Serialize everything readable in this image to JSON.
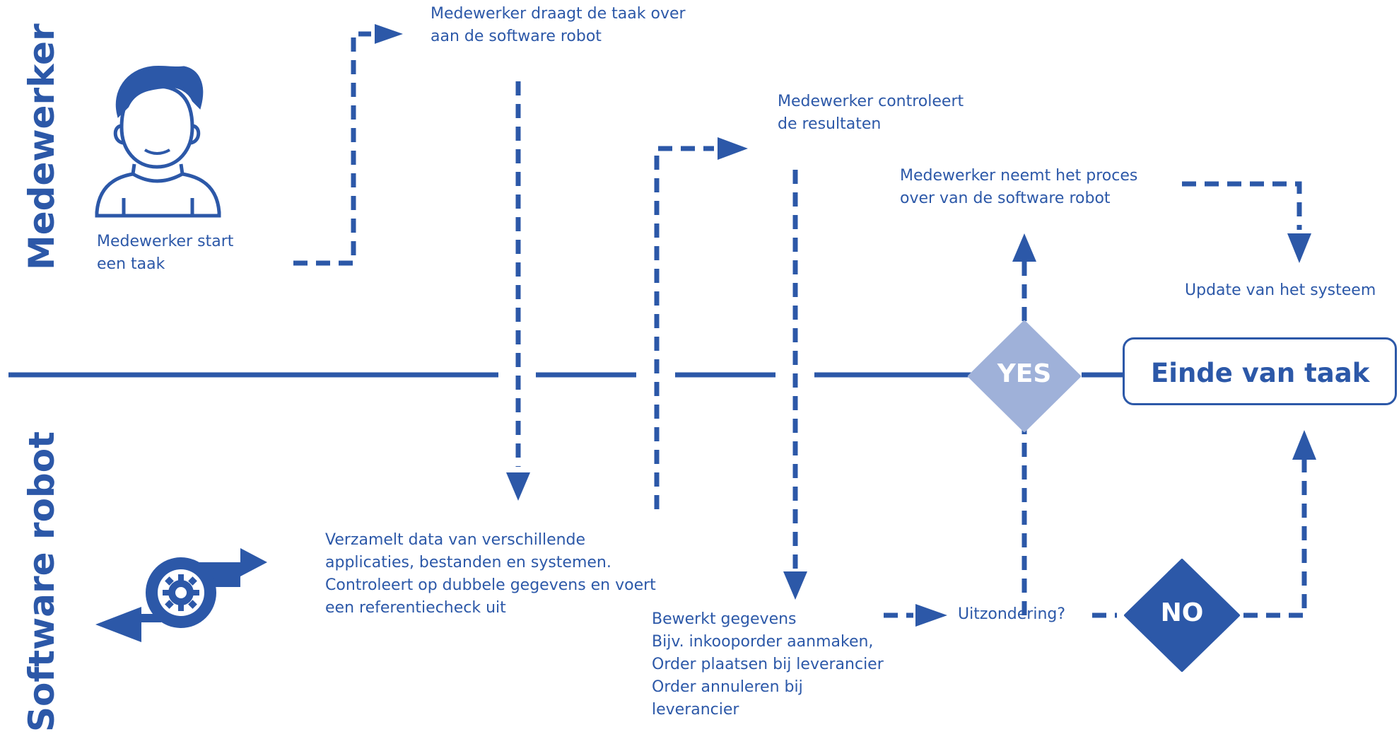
{
  "lanes": {
    "top": "Medewerker",
    "bottom": "Software robot"
  },
  "steps": {
    "start": [
      "Medewerker start",
      "een taak"
    ],
    "handover": [
      "Medewerker draagt de taak over",
      "aan de software robot"
    ],
    "check_results": [
      "Medewerker controleert",
      "de resultaten"
    ],
    "takeover": [
      "Medewerker neemt het proces",
      "over van de software robot"
    ],
    "update": "Update van het systeem",
    "collect": [
      "Verzamelt data van verschillende",
      "applicaties, bestanden en systemen.",
      "Controleert op dubbele gegevens en voert",
      "een referentiecheck uit"
    ],
    "process": [
      "Bewerkt gegevens",
      "Bijv. inkooporder aanmaken,",
      "Order plaatsen bij leverancier",
      "Order annuleren bij",
      "leverancier"
    ],
    "exception": "Uitzondering?"
  },
  "decisions": {
    "yes": "YES",
    "no": "NO"
  },
  "end": "Einde van taak",
  "icons": {
    "person": "user-avatar-icon",
    "robot": "software-robot-gear-icon"
  },
  "colors": {
    "primary": "#2c58a8",
    "yes_fill": "#9fb1d9",
    "no_fill": "#2c58a8"
  }
}
